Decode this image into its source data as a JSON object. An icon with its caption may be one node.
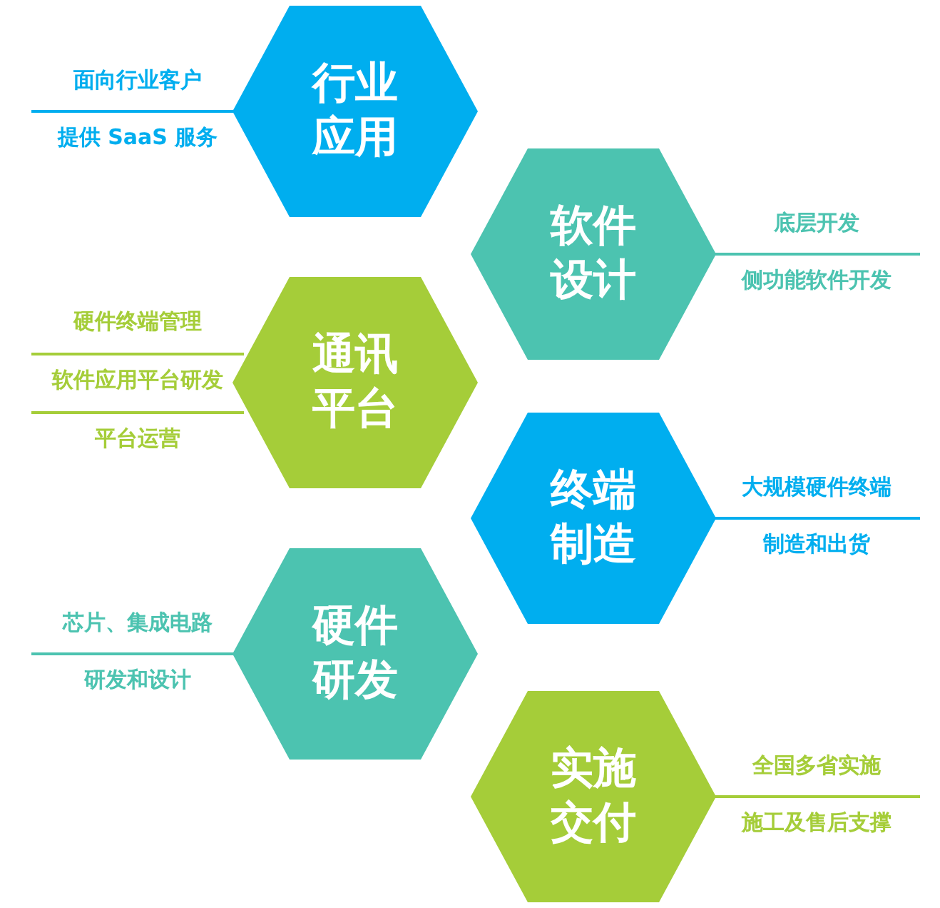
{
  "diagram": {
    "nodes": [
      {
        "text": [
          "行业应用"
        ],
        "beside": [
          "面向行业客户",
          "提供 SaaS 服务"
        ]
      },
      {
        "text": [
          "软件设计"
        ],
        "beside": [
          "底层开发",
          "侧功能软件开发"
        ]
      },
      {
        "text": [
          "通讯平台"
        ],
        "beside": [
          "硬件终端管理",
          "软件应用平台研发",
          "平台运营"
        ]
      },
      {
        "text": [
          "终端制造"
        ],
        "beside": [
          "大规模硬件终端",
          "制造和出货"
        ]
      },
      {
        "text": [
          "硬件研发"
        ],
        "beside": [
          "芯片、集成电路",
          "研发和设计"
        ]
      },
      {
        "text": [
          "实施交付"
        ],
        "beside": [
          "全国多省实施",
          "施工及售后支撑"
        ]
      }
    ]
  }
}
